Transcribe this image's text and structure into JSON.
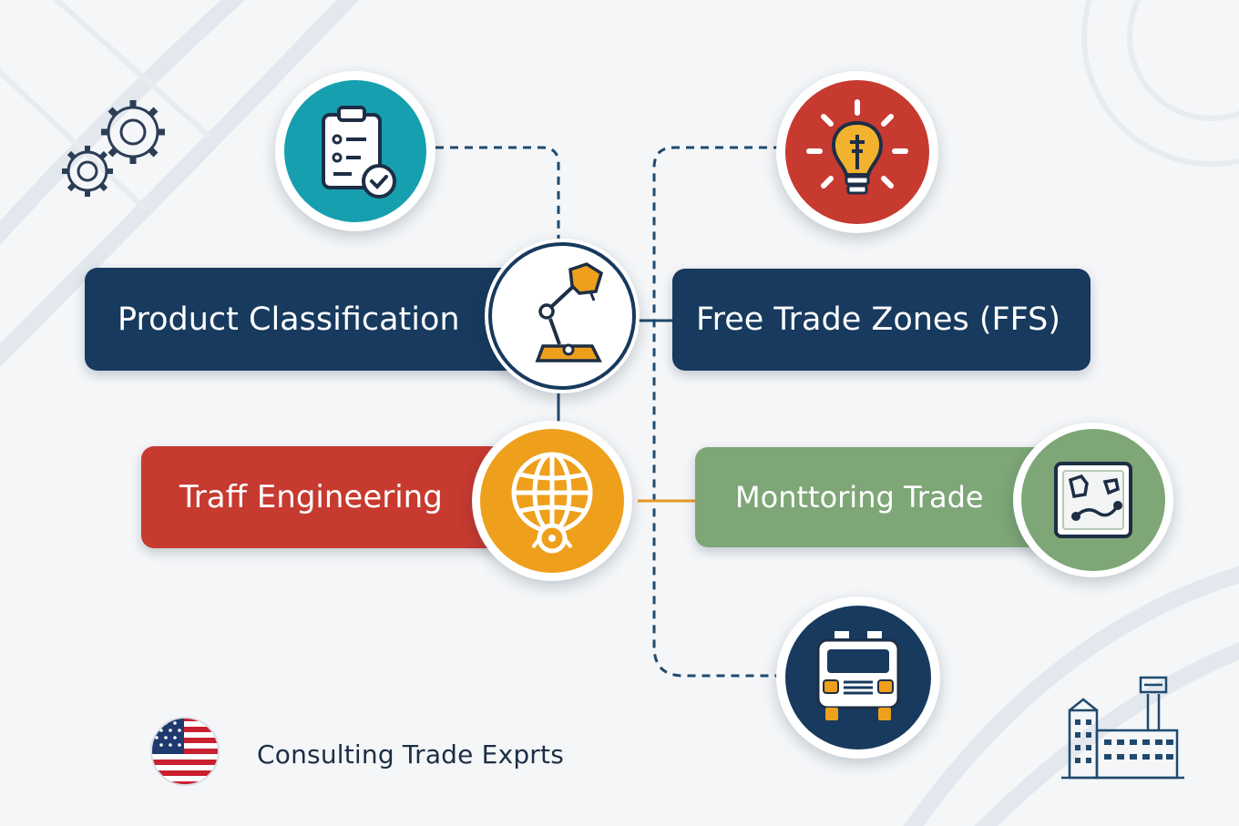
{
  "diagram": {
    "labels": {
      "product_classification": "Product Classification",
      "free_trade_zones": "Free Trade Zones (FFS)",
      "tariff_engineering": "Traff Engineering",
      "monitoring_trade": "Monttoring Trade"
    },
    "colors": {
      "navy": "#173a5e",
      "teal": "#169fae",
      "red": "#c73a30",
      "amber": "#ee9f1c",
      "sage": "#7ea677",
      "orange_accent": "#e8982a",
      "connector": "#1f4a6e"
    },
    "icons": {
      "center": "desk-lamp-icon",
      "product_classification": "clipboard-check-icon",
      "free_trade_zones": "lightbulb-icon",
      "tariff_engineering": "globe-icon",
      "monitoring_trade": "map-icon",
      "bottom": "truck-icon"
    }
  },
  "footer": {
    "text": "Consulting Trade Exprts",
    "flag": "us-flag-icon"
  },
  "decor": [
    "gears-icon",
    "factory-icon"
  ]
}
